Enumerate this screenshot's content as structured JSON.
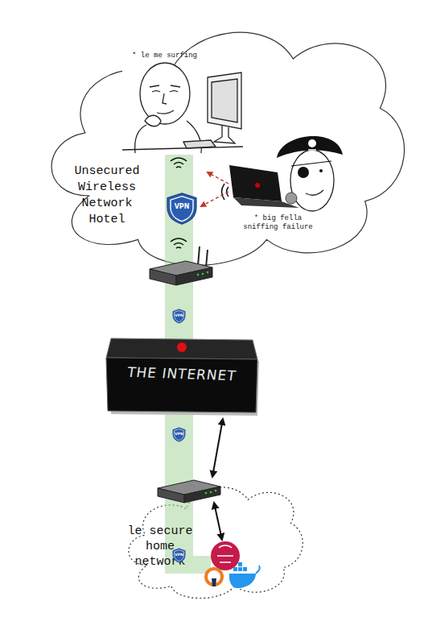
{
  "diagram": {
    "nodes": [
      {
        "text": [
          "Unsecured Wireless Network Hotel"
        ]
      },
      {
        "text": [
          "VPN"
        ],
        "in": 0
      },
      {
        "text": [
          "VPN"
        ]
      },
      {
        "text": [
          "THE INTERNET"
        ]
      },
      {
        "text": [
          "VPN"
        ]
      },
      {
        "text": [
          "le secure home network"
        ]
      },
      {
        "text": [
          "VPN"
        ],
        "in": 5
      }
    ],
    "edges": [
      {
        "from": 3,
        "to": 5,
        "arrow": "both"
      }
    ],
    "labels": [
      "* le me surfing",
      "* big fella sniffing failure"
    ]
  }
}
